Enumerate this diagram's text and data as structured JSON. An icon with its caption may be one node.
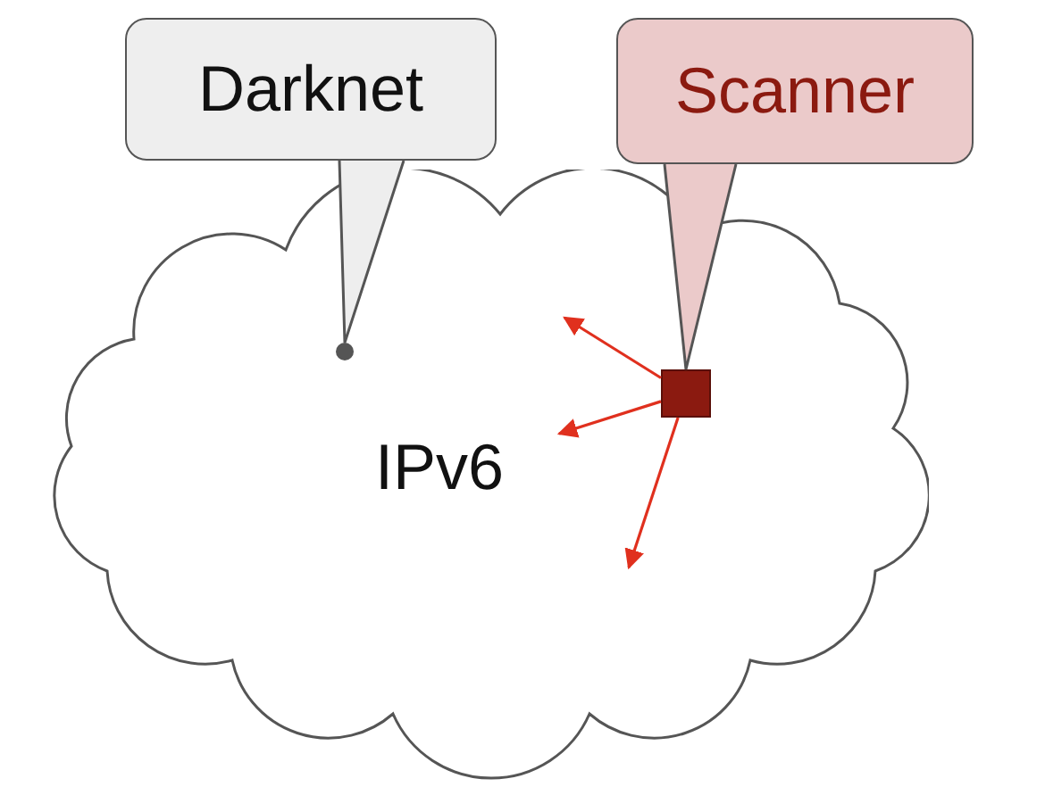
{
  "diagram": {
    "nodes": [
      {
        "text": [
          "IPv6"
        ]
      },
      {
        "text": [
          "Darknet"
        ]
      },
      {
        "text": [
          "Scanner"
        ]
      },
      {
        "text": [],
        "shape": "circle",
        "in": 0
      },
      {
        "text": [],
        "shape": "box",
        "in": 0
      }
    ],
    "edges": [
      {
        "from": 1,
        "to": 3,
        "arrow": "none",
        "color": "#555555"
      },
      {
        "from": 2,
        "to": 4,
        "arrow": "none",
        "color": "#555555"
      },
      {
        "from": 4,
        "to": null,
        "arrow": "to",
        "color": "#e0301e"
      },
      {
        "from": 4,
        "to": null,
        "arrow": "to",
        "color": "#e0301e"
      },
      {
        "from": 4,
        "to": null,
        "arrow": "to",
        "color": "#e0301e"
      }
    ]
  }
}
